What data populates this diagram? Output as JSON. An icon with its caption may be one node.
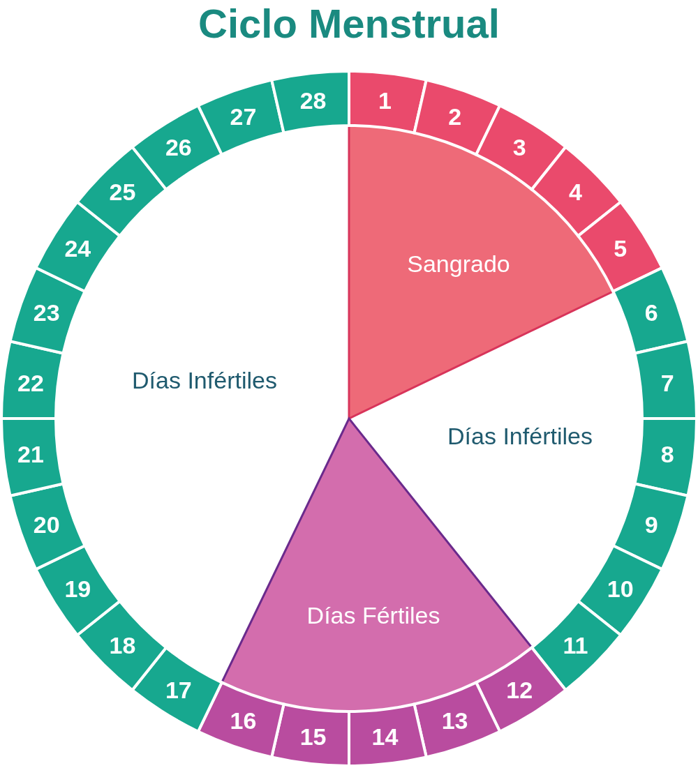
{
  "diagram": {
    "title": "Ciclo Menstrual",
    "nodes": [
      {
        "text": [
          "Sangrado"
        ]
      },
      {
        "text": [
          "Días Infértiles"
        ]
      },
      {
        "text": [
          "Días Fértiles"
        ]
      },
      {
        "text": [
          "Días Infértiles"
        ]
      },
      {
        "text": [
          "1"
        ]
      },
      {
        "text": [
          "2"
        ]
      },
      {
        "text": [
          "3"
        ]
      },
      {
        "text": [
          "4"
        ]
      },
      {
        "text": [
          "5"
        ]
      },
      {
        "text": [
          "6"
        ]
      },
      {
        "text": [
          "7"
        ]
      },
      {
        "text": [
          "8"
        ]
      },
      {
        "text": [
          "9"
        ]
      },
      {
        "text": [
          "10"
        ]
      },
      {
        "text": [
          "11"
        ]
      },
      {
        "text": [
          "12"
        ]
      },
      {
        "text": [
          "13"
        ]
      },
      {
        "text": [
          "14"
        ]
      },
      {
        "text": [
          "15"
        ]
      },
      {
        "text": [
          "16"
        ]
      },
      {
        "text": [
          "17"
        ]
      },
      {
        "text": [
          "18"
        ]
      },
      {
        "text": [
          "19"
        ]
      },
      {
        "text": [
          "20"
        ]
      },
      {
        "text": [
          "21"
        ]
      },
      {
        "text": [
          "22"
        ]
      },
      {
        "text": [
          "23"
        ]
      },
      {
        "text": [
          "24"
        ]
      },
      {
        "text": [
          "25"
        ]
      },
      {
        "text": [
          "26"
        ]
      },
      {
        "text": [
          "27"
        ]
      },
      {
        "text": [
          "28"
        ]
      }
    ]
  }
}
